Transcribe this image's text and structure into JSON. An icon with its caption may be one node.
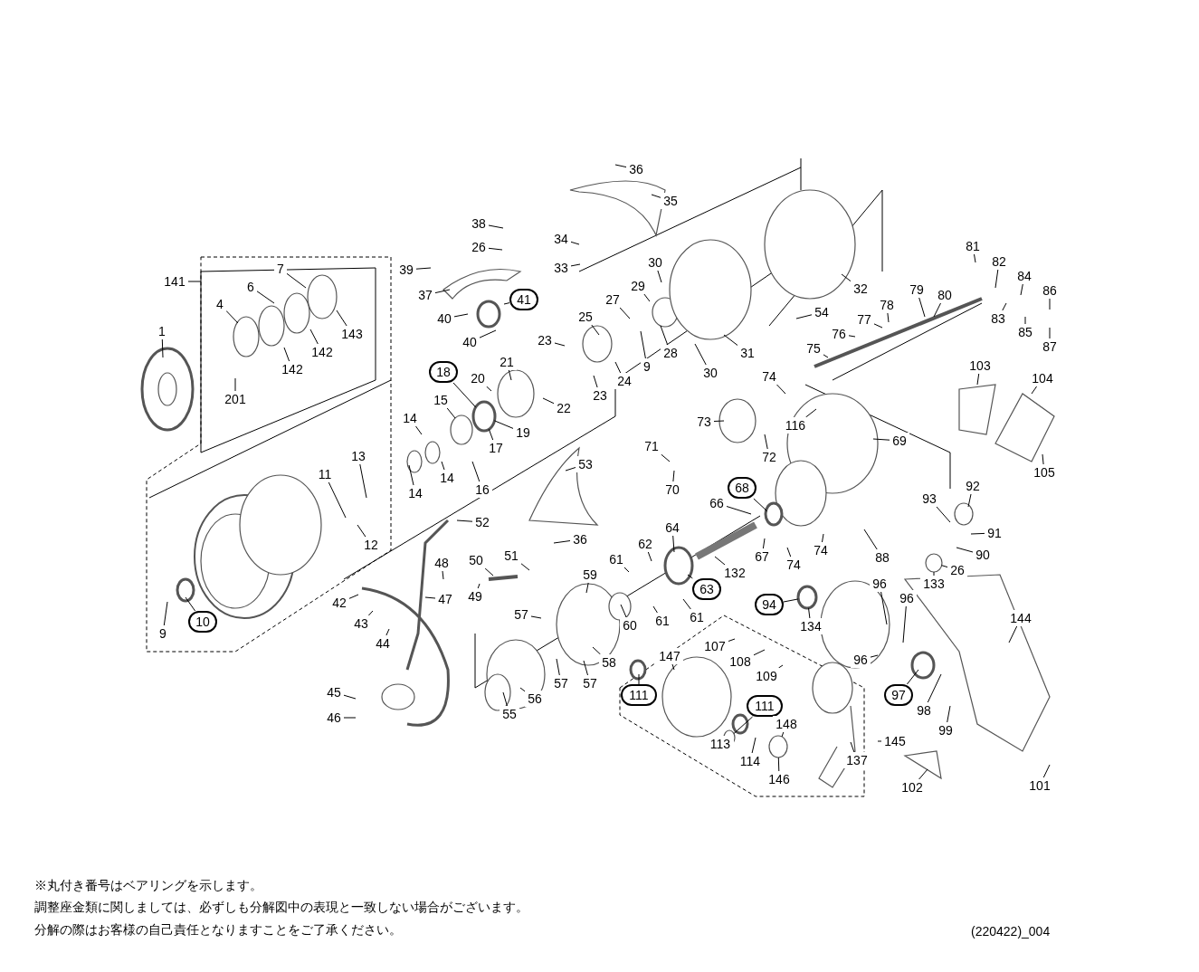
{
  "diagram": {
    "nodes": [
      {
        "text": [
          "36"
        ]
      },
      {
        "text": [
          "35"
        ]
      },
      {
        "text": [
          "38"
        ]
      },
      {
        "text": [
          "26"
        ]
      },
      {
        "text": [
          "34"
        ]
      },
      {
        "text": [
          "33"
        ]
      },
      {
        "text": [
          "141"
        ]
      },
      {
        "text": [
          "7"
        ]
      },
      {
        "text": [
          "39"
        ]
      },
      {
        "text": [
          "30"
        ]
      },
      {
        "text": [
          "29"
        ]
      },
      {
        "text": [
          "27"
        ]
      },
      {
        "text": [
          "6"
        ]
      },
      {
        "text": [
          "4"
        ]
      },
      {
        "text": [
          "37"
        ]
      },
      {
        "text": [
          "41"
        ]
      },
      {
        "text": [
          "32"
        ]
      },
      {
        "text": [
          "81"
        ]
      },
      {
        "text": [
          "82"
        ]
      },
      {
        "text": [
          "84"
        ]
      },
      {
        "text": [
          "86"
        ]
      },
      {
        "text": [
          "79"
        ]
      },
      {
        "text": [
          "80"
        ]
      },
      {
        "text": [
          "78"
        ]
      },
      {
        "text": [
          "77"
        ]
      },
      {
        "text": [
          "76"
        ]
      },
      {
        "text": [
          "54"
        ]
      },
      {
        "text": [
          "25"
        ]
      },
      {
        "text": [
          "143"
        ]
      },
      {
        "text": [
          "40"
        ]
      },
      {
        "text": [
          "83"
        ]
      },
      {
        "text": [
          "85"
        ]
      },
      {
        "text": [
          "87"
        ]
      },
      {
        "text": [
          "9"
        ]
      },
      {
        "text": [
          "28"
        ]
      },
      {
        "text": [
          "31"
        ]
      },
      {
        "text": [
          "30"
        ]
      },
      {
        "text": [
          "75"
        ]
      },
      {
        "text": [
          "23"
        ]
      },
      {
        "text": [
          "40"
        ]
      },
      {
        "text": [
          "142"
        ]
      },
      {
        "text": [
          "142"
        ]
      },
      {
        "text": [
          "201"
        ]
      },
      {
        "text": [
          "1"
        ]
      },
      {
        "text": [
          "18"
        ]
      },
      {
        "text": [
          "21"
        ]
      },
      {
        "text": [
          "20"
        ]
      },
      {
        "text": [
          "24"
        ]
      },
      {
        "text": [
          "23"
        ]
      },
      {
        "text": [
          "22"
        ]
      },
      {
        "text": [
          "74"
        ]
      },
      {
        "text": [
          "103"
        ]
      },
      {
        "text": [
          "104"
        ]
      },
      {
        "text": [
          "15"
        ]
      },
      {
        "text": [
          "14"
        ]
      },
      {
        "text": [
          "19"
        ]
      },
      {
        "text": [
          "17"
        ]
      },
      {
        "text": [
          "116"
        ]
      },
      {
        "text": [
          "73"
        ]
      },
      {
        "text": [
          "72"
        ]
      },
      {
        "text": [
          "69"
        ]
      },
      {
        "text": [
          "71"
        ]
      },
      {
        "text": [
          "16"
        ]
      },
      {
        "text": [
          "14"
        ]
      },
      {
        "text": [
          "14"
        ]
      },
      {
        "text": [
          "13"
        ]
      },
      {
        "text": [
          "53"
        ]
      },
      {
        "text": [
          "105"
        ]
      },
      {
        "text": [
          "70"
        ]
      },
      {
        "text": [
          "92"
        ]
      },
      {
        "text": [
          "11"
        ]
      },
      {
        "text": [
          "68"
        ]
      },
      {
        "text": [
          "66"
        ]
      },
      {
        "text": [
          "93"
        ]
      },
      {
        "text": [
          "12"
        ]
      },
      {
        "text": [
          "52"
        ]
      },
      {
        "text": [
          "36"
        ]
      },
      {
        "text": [
          "64"
        ]
      },
      {
        "text": [
          "91"
        ]
      },
      {
        "text": [
          "62"
        ]
      },
      {
        "text": [
          "90"
        ]
      },
      {
        "text": [
          "67"
        ]
      },
      {
        "text": [
          "74"
        ]
      },
      {
        "text": [
          "74"
        ]
      },
      {
        "text": [
          "88"
        ]
      },
      {
        "text": [
          "51"
        ]
      },
      {
        "text": [
          "50"
        ]
      },
      {
        "text": [
          "61"
        ]
      },
      {
        "text": [
          "26"
        ]
      },
      {
        "text": [
          "48"
        ]
      },
      {
        "text": [
          "132"
        ]
      },
      {
        "text": [
          "133"
        ]
      },
      {
        "text": [
          "59"
        ]
      },
      {
        "text": [
          "63"
        ]
      },
      {
        "text": [
          "96"
        ]
      },
      {
        "text": [
          "49"
        ]
      },
      {
        "text": [
          "42"
        ]
      },
      {
        "text": [
          "47"
        ]
      },
      {
        "text": [
          "60"
        ]
      },
      {
        "text": [
          "94"
        ]
      },
      {
        "text": [
          "96"
        ]
      },
      {
        "text": [
          "144"
        ]
      },
      {
        "text": [
          "43"
        ]
      },
      {
        "text": [
          "61"
        ]
      },
      {
        "text": [
          "61"
        ]
      },
      {
        "text": [
          "57"
        ]
      },
      {
        "text": [
          "134"
        ]
      },
      {
        "text": [
          "44"
        ]
      },
      {
        "text": [
          "107"
        ]
      },
      {
        "text": [
          "108"
        ]
      },
      {
        "text": [
          "147"
        ]
      },
      {
        "text": [
          "58"
        ]
      },
      {
        "text": [
          "96"
        ]
      },
      {
        "text": [
          "57"
        ]
      },
      {
        "text": [
          "57"
        ]
      },
      {
        "text": [
          "109"
        ]
      },
      {
        "text": [
          "97"
        ]
      },
      {
        "text": [
          "111"
        ]
      },
      {
        "text": [
          "111"
        ]
      },
      {
        "text": [
          "45"
        ]
      },
      {
        "text": [
          "46"
        ]
      },
      {
        "text": [
          "55"
        ]
      },
      {
        "text": [
          "56"
        ]
      },
      {
        "text": [
          "98"
        ]
      },
      {
        "text": [
          "148"
        ]
      },
      {
        "text": [
          "99"
        ]
      },
      {
        "text": [
          "113"
        ]
      },
      {
        "text": [
          "145"
        ]
      },
      {
        "text": [
          "114"
        ]
      },
      {
        "text": [
          "137"
        ]
      },
      {
        "text": [
          "146"
        ]
      },
      {
        "text": [
          "102"
        ]
      },
      {
        "text": [
          "101"
        ]
      },
      {
        "text": [
          "9"
        ]
      },
      {
        "text": [
          "10"
        ]
      },
      {
        "text": [],
        "shape": "circle"
      },
      {
        "text": [],
        "shape": "circle"
      },
      {
        "text": [],
        "shape": "circle"
      },
      {
        "text": [],
        "shape": "circle"
      },
      {
        "text": [],
        "shape": "circle"
      }
    ],
    "edges": [
      {
        "from": 0,
        "to": null,
        "arrow": "none"
      },
      {
        "from": 1,
        "to": null,
        "arrow": "none"
      },
      {
        "from": 2,
        "to": null,
        "arrow": "none"
      },
      {
        "from": 3,
        "to": null,
        "arrow": "none"
      },
      {
        "from": 4,
        "to": null,
        "arrow": "none"
      },
      {
        "from": 5,
        "to": null,
        "arrow": "none"
      },
      {
        "from": 6,
        "to": null,
        "arrow": "none"
      },
      {
        "from": 7,
        "to": null,
        "arrow": "none"
      },
      {
        "from": 8,
        "to": null,
        "arrow": "none"
      },
      {
        "from": 9,
        "to": null,
        "arrow": "none"
      },
      {
        "from": 10,
        "to": null,
        "arrow": "none"
      },
      {
        "from": 11,
        "to": null,
        "arrow": "none"
      },
      {
        "from": 12,
        "to": null,
        "arrow": "none"
      },
      {
        "from": 13,
        "to": null,
        "arrow": "none"
      },
      {
        "from": 14,
        "to": null,
        "arrow": "none"
      },
      {
        "from": 15,
        "to": null,
        "arrow": "none"
      },
      {
        "from": 16,
        "to": null,
        "arrow": "none"
      },
      {
        "from": 17,
        "to": null,
        "arrow": "none"
      },
      {
        "from": 18,
        "to": null,
        "arrow": "none"
      },
      {
        "from": 19,
        "to": null,
        "arrow": "none"
      },
      {
        "from": 20,
        "to": null,
        "arrow": "none"
      },
      {
        "from": 21,
        "to": null,
        "arrow": "none"
      },
      {
        "from": 22,
        "to": null,
        "arrow": "none"
      },
      {
        "from": 23,
        "to": null,
        "arrow": "none"
      },
      {
        "from": 24,
        "to": null,
        "arrow": "none"
      },
      {
        "from": 25,
        "to": null,
        "arrow": "none"
      },
      {
        "from": 26,
        "to": null,
        "arrow": "none"
      },
      {
        "from": 27,
        "to": null,
        "arrow": "none"
      },
      {
        "from": 28,
        "to": null,
        "arrow": "none"
      },
      {
        "from": 29,
        "to": null,
        "arrow": "none"
      },
      {
        "from": 30,
        "to": null,
        "arrow": "none"
      },
      {
        "from": 31,
        "to": null,
        "arrow": "none"
      },
      {
        "from": 32,
        "to": null,
        "arrow": "none"
      },
      {
        "from": 33,
        "to": null,
        "arrow": "none"
      },
      {
        "from": 34,
        "to": null,
        "arrow": "none"
      },
      {
        "from": 35,
        "to": null,
        "arrow": "none"
      },
      {
        "from": 36,
        "to": null,
        "arrow": "none"
      },
      {
        "from": 37,
        "to": null,
        "arrow": "none"
      },
      {
        "from": 38,
        "to": null,
        "arrow": "none"
      },
      {
        "from": 39,
        "to": null,
        "arrow": "none"
      },
      {
        "from": 40,
        "to": null,
        "arrow": "none"
      },
      {
        "from": 41,
        "to": null,
        "arrow": "none"
      },
      {
        "from": 42,
        "to": null,
        "arrow": "none"
      },
      {
        "from": 43,
        "to": null,
        "arrow": "none"
      },
      {
        "from": 44,
        "to": 135,
        "arrow": "none"
      },
      {
        "from": 45,
        "to": null,
        "arrow": "none"
      },
      {
        "from": 46,
        "to": null,
        "arrow": "none"
      },
      {
        "from": 47,
        "to": null,
        "arrow": "none"
      },
      {
        "from": 48,
        "to": null,
        "arrow": "none"
      },
      {
        "from": 49,
        "to": null,
        "arrow": "none"
      },
      {
        "from": 50,
        "to": null,
        "arrow": "none"
      },
      {
        "from": 51,
        "to": null,
        "arrow": "none"
      },
      {
        "from": 52,
        "to": null,
        "arrow": "none"
      },
      {
        "from": 53,
        "to": null,
        "arrow": "none"
      },
      {
        "from": 54,
        "to": null,
        "arrow": "none"
      },
      {
        "from": 55,
        "to": 135,
        "arrow": "none"
      },
      {
        "from": 56,
        "to": 135,
        "arrow": "none"
      },
      {
        "from": 57,
        "to": null,
        "arrow": "none"
      },
      {
        "from": 58,
        "to": null,
        "arrow": "none"
      },
      {
        "from": 59,
        "to": null,
        "arrow": "none"
      },
      {
        "from": 60,
        "to": null,
        "arrow": "none"
      },
      {
        "from": 61,
        "to": null,
        "arrow": "none"
      },
      {
        "from": 62,
        "to": null,
        "arrow": "none"
      },
      {
        "from": 63,
        "to": null,
        "arrow": "none"
      },
      {
        "from": 64,
        "to": null,
        "arrow": "none"
      },
      {
        "from": 65,
        "to": null,
        "arrow": "none"
      },
      {
        "from": 66,
        "to": null,
        "arrow": "none"
      },
      {
        "from": 67,
        "to": null,
        "arrow": "none"
      },
      {
        "from": 68,
        "to": null,
        "arrow": "none"
      },
      {
        "from": 69,
        "to": null,
        "arrow": "none"
      },
      {
        "from": 70,
        "to": null,
        "arrow": "none"
      },
      {
        "from": 71,
        "to": null,
        "arrow": "none"
      },
      {
        "from": 72,
        "to": null,
        "arrow": "none"
      },
      {
        "from": 73,
        "to": null,
        "arrow": "none"
      },
      {
        "from": 74,
        "to": null,
        "arrow": "none"
      },
      {
        "from": 75,
        "to": null,
        "arrow": "none"
      },
      {
        "from": 76,
        "to": null,
        "arrow": "none"
      },
      {
        "from": 77,
        "to": null,
        "arrow": "none"
      },
      {
        "from": 78,
        "to": null,
        "arrow": "none"
      },
      {
        "from": 79,
        "to": null,
        "arrow": "none"
      },
      {
        "from": 80,
        "to": null,
        "arrow": "none"
      },
      {
        "from": 81,
        "to": null,
        "arrow": "none"
      },
      {
        "from": 82,
        "to": null,
        "arrow": "none"
      },
      {
        "from": 83,
        "to": null,
        "arrow": "none"
      },
      {
        "from": 84,
        "to": null,
        "arrow": "none"
      },
      {
        "from": 85,
        "to": null,
        "arrow": "none"
      },
      {
        "from": 86,
        "to": null,
        "arrow": "none"
      },
      {
        "from": 87,
        "to": null,
        "arrow": "none"
      },
      {
        "from": 88,
        "to": 136,
        "arrow": "none"
      },
      {
        "from": 89,
        "to": null,
        "arrow": "none"
      },
      {
        "from": 90,
        "to": null,
        "arrow": "none"
      },
      {
        "from": 91,
        "to": 136,
        "arrow": "none"
      },
      {
        "from": 92,
        "to": null,
        "arrow": "none"
      },
      {
        "from": 93,
        "to": null,
        "arrow": "none"
      },
      {
        "from": 94,
        "to": null,
        "arrow": "none"
      },
      {
        "from": 95,
        "to": null,
        "arrow": "none"
      },
      {
        "from": 96,
        "to": null,
        "arrow": "none"
      },
      {
        "from": 97,
        "to": null,
        "arrow": "none"
      },
      {
        "from": 98,
        "to": null,
        "arrow": "none"
      },
      {
        "from": 99,
        "to": 137,
        "arrow": "none"
      },
      {
        "from": 100,
        "to": null,
        "arrow": "none"
      },
      {
        "from": 101,
        "to": null,
        "arrow": "none"
      },
      {
        "from": 102,
        "to": null,
        "arrow": "none"
      },
      {
        "from": 103,
        "to": null,
        "arrow": "none"
      },
      {
        "from": 104,
        "to": null,
        "arrow": "none"
      },
      {
        "from": 105,
        "to": null,
        "arrow": "none"
      },
      {
        "from": 106,
        "to": 137,
        "arrow": "none"
      },
      {
        "from": 107,
        "to": null,
        "arrow": "none"
      },
      {
        "from": 108,
        "to": null,
        "arrow": "none"
      },
      {
        "from": 109,
        "to": null,
        "arrow": "none"
      },
      {
        "from": 110,
        "to": null,
        "arrow": "none"
      },
      {
        "from": 111,
        "to": null,
        "arrow": "none"
      },
      {
        "from": 112,
        "to": null,
        "arrow": "none"
      },
      {
        "from": 113,
        "to": null,
        "arrow": "none"
      },
      {
        "from": 114,
        "to": null,
        "arrow": "none"
      },
      {
        "from": 115,
        "to": null,
        "arrow": "none"
      },
      {
        "from": 116,
        "to": null,
        "arrow": "none"
      },
      {
        "from": 117,
        "to": null,
        "arrow": "none"
      },
      {
        "from": 118,
        "to": 138,
        "arrow": "none"
      },
      {
        "from": 119,
        "to": null,
        "arrow": "none"
      },
      {
        "from": 120,
        "to": null,
        "arrow": "none"
      },
      {
        "from": 121,
        "to": null,
        "arrow": "none"
      },
      {
        "from": 122,
        "to": null,
        "arrow": "none"
      },
      {
        "from": 123,
        "to": null,
        "arrow": "none"
      },
      {
        "from": 124,
        "to": 139,
        "arrow": "none"
      },
      {
        "from": 125,
        "to": null,
        "arrow": "none"
      },
      {
        "from": 126,
        "to": 138,
        "arrow": "none"
      },
      {
        "from": 127,
        "to": null,
        "arrow": "none"
      },
      {
        "from": 128,
        "to": null,
        "arrow": "none"
      },
      {
        "from": 129,
        "to": null,
        "arrow": "none"
      },
      {
        "from": 130,
        "to": 139,
        "arrow": "none"
      },
      {
        "from": 131,
        "to": null,
        "arrow": "none"
      },
      {
        "from": 132,
        "to": null,
        "arrow": "none"
      },
      {
        "from": 133,
        "to": null,
        "arrow": "none"
      },
      {
        "from": 134,
        "to": null,
        "arrow": "none"
      }
    ],
    "labels": [
      "※丸付き番号はベアリングを示します。",
      "調整座金類に関しましては、必ずしも分解図中の表現と一致しない場合がございます。",
      "分解の際はお客様の自己責任となりますことをご了承ください。",
      "(220422)_004"
    ]
  }
}
